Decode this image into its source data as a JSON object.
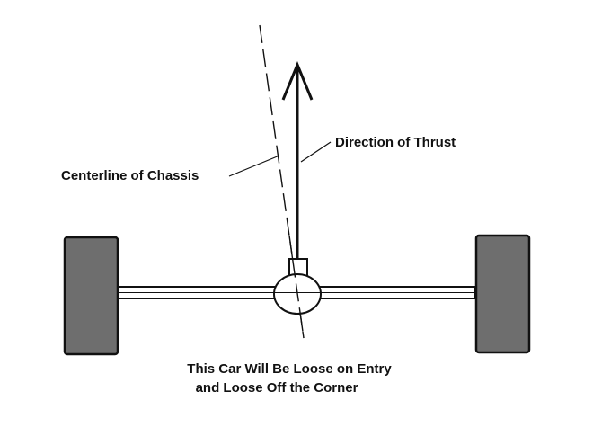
{
  "diagram": {
    "labels": {
      "direction_of_thrust": "Direction of Thrust",
      "centerline_of_chassis": "Centerline of Chassis"
    },
    "caption": {
      "line1": "This Car Will Be Loose on Entry",
      "line2": "and Loose Off the Corner"
    },
    "colors": {
      "ink": "#111111",
      "tire_fill": "#6e6e6e",
      "background": "#ffffff"
    }
  }
}
